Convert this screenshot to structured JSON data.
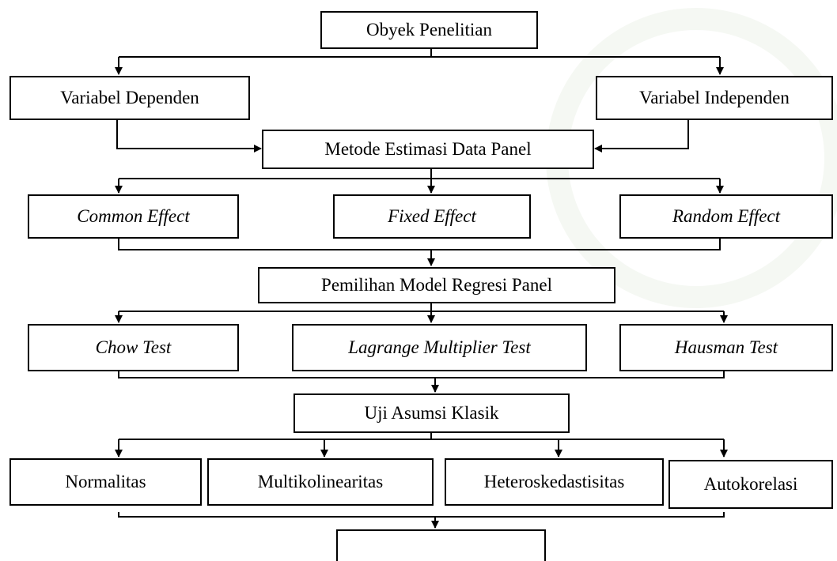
{
  "nodes": {
    "obyek": "Obyek Penelitian",
    "dependen": "Variabel Dependen",
    "independen": "Variabel Independen",
    "metode": "Metode Estimasi Data Panel",
    "common": "Common Effect",
    "fixed": "Fixed Effect",
    "random": "Random Effect",
    "pemilihan": "Pemilihan Model Regresi Panel",
    "chow": "Chow Test",
    "lagrange": "Lagrange Multiplier Test",
    "hausman": "Hausman Test",
    "uji": "Uji Asumsi Klasik",
    "normalitas": "Normalitas",
    "multikolinearitas": "Multikolinearitas",
    "heteroskedastisitas": "Heteroskedastisitas",
    "autokorelasi": "Autokorelasi"
  }
}
